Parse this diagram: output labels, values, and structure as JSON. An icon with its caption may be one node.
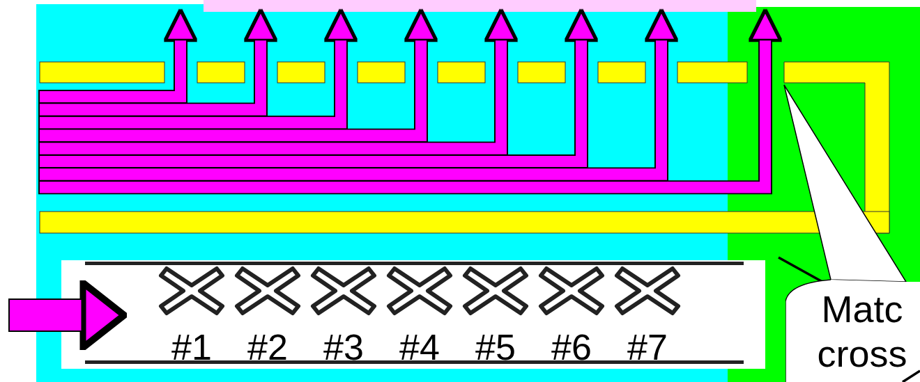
{
  "diagram": {
    "nodes": [
      {
        "text": [],
        "shape": "box"
      },
      {
        "text": [
          "#1",
          "#2",
          "#3",
          "#4",
          "#5",
          "#6",
          "#7"
        ]
      },
      {
        "text": [
          "Matc cross"
        ]
      }
    ],
    "edges": [
      {
        "from": null,
        "to": 0,
        "arrow": "to"
      },
      {
        "from": null,
        "to": 0,
        "arrow": "to"
      },
      {
        "from": null,
        "to": 0,
        "arrow": "to"
      },
      {
        "from": null,
        "to": 0,
        "arrow": "to"
      },
      {
        "from": null,
        "to": 0,
        "arrow": "to"
      },
      {
        "from": null,
        "to": 0,
        "arrow": "to"
      },
      {
        "from": null,
        "to": 0,
        "arrow": "to"
      },
      {
        "from": null,
        "to": 0,
        "arrow": "to"
      },
      {
        "from": null,
        "to": 1,
        "arrow": "to",
        "style": "thick"
      },
      {
        "from": 2,
        "to": null,
        "arrow": "none",
        "color": "#000000"
      }
    ]
  }
}
